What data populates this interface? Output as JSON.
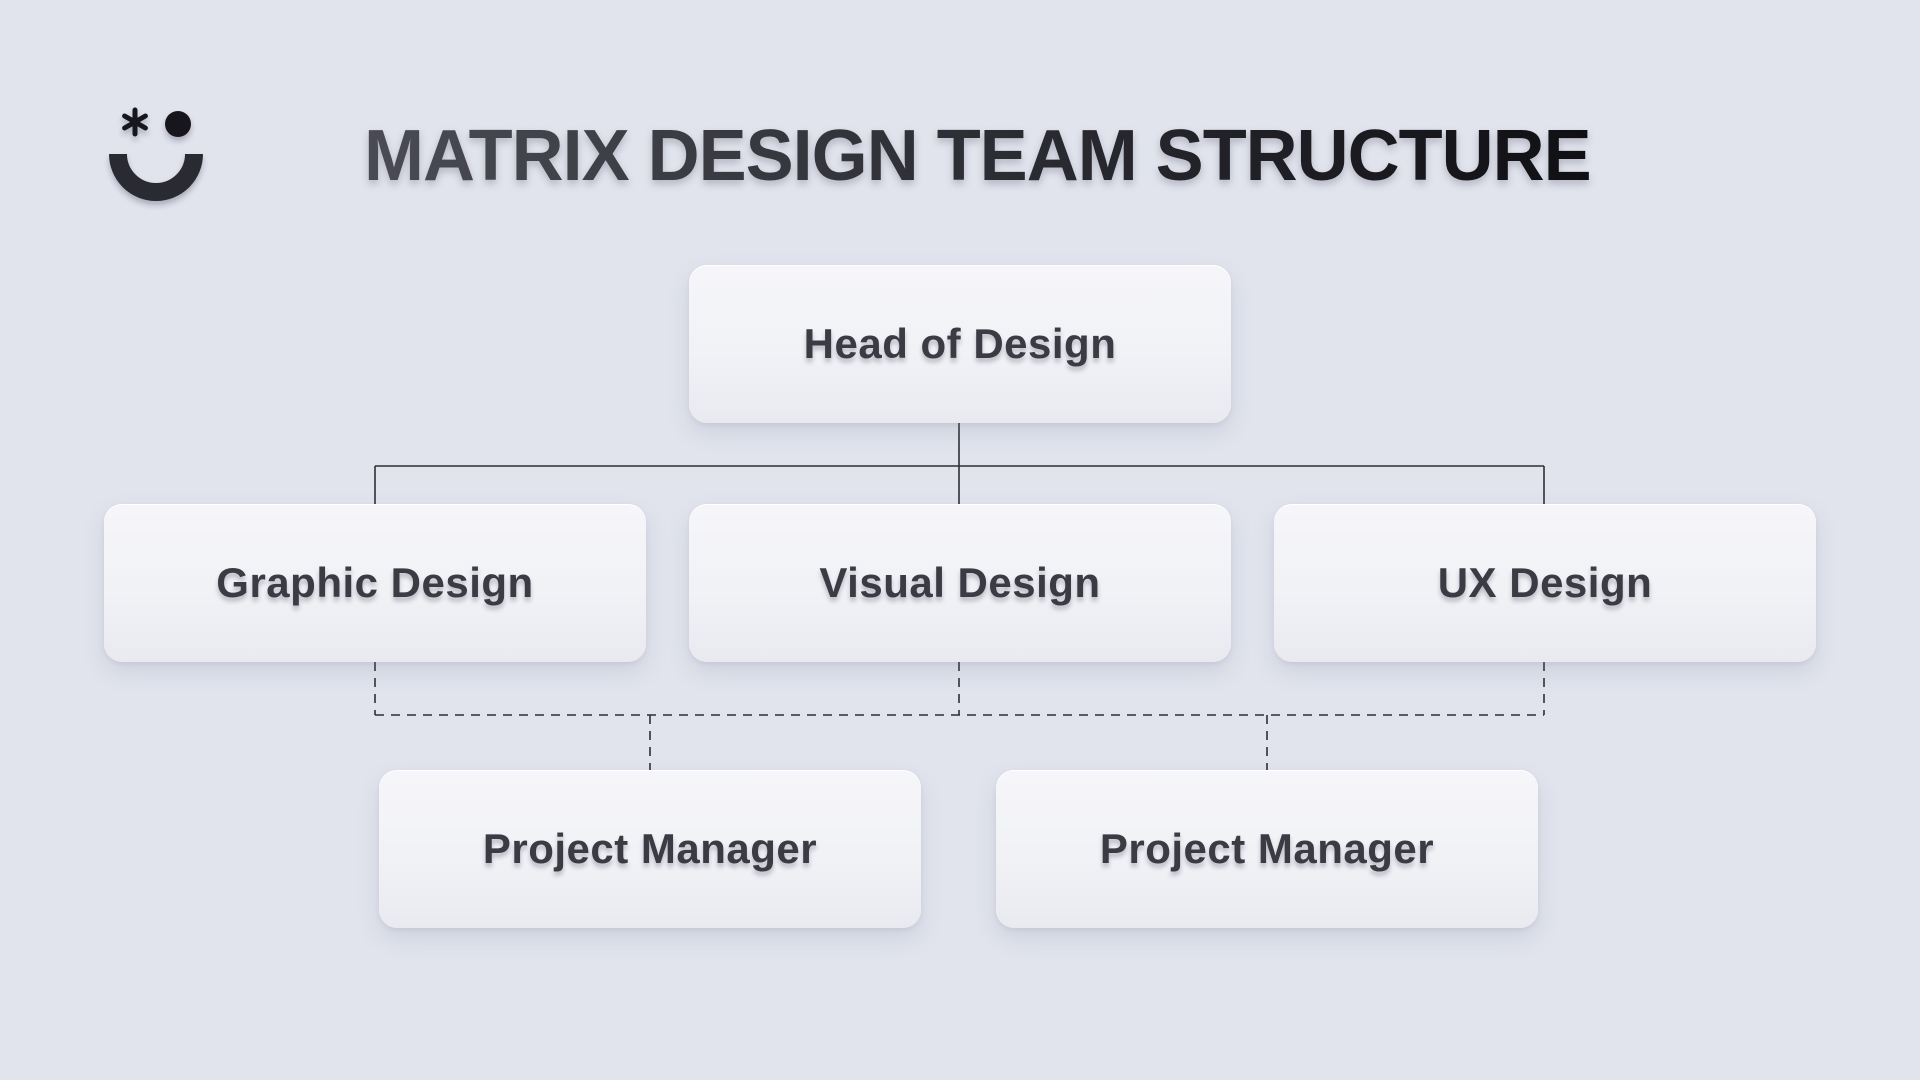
{
  "title": "MATRIX DESIGN TEAM STRUCTURE",
  "logo": {
    "icon": "smile-asterisk-logo",
    "color": "#2a2a30"
  },
  "nodes": {
    "head": "Head of Design",
    "graphic": "Graphic Design",
    "visual": "Visual Design",
    "ux": "UX Design",
    "pm_left": "Project Manager",
    "pm_right": "Project Manager"
  },
  "relations": [
    {
      "from": "head",
      "to": "graphic",
      "style": "solid"
    },
    {
      "from": "head",
      "to": "visual",
      "style": "solid"
    },
    {
      "from": "head",
      "to": "ux",
      "style": "solid"
    },
    {
      "from": "graphic",
      "to": "pm_left",
      "style": "dashed"
    },
    {
      "from": "visual",
      "to": "pm_left",
      "style": "dashed"
    },
    {
      "from": "visual",
      "to": "pm_right",
      "style": "dashed"
    },
    {
      "from": "ux",
      "to": "pm_right",
      "style": "dashed"
    }
  ],
  "colors": {
    "background": "#e1e4ed",
    "card": "#f3f4f8",
    "text": "#3b3b44",
    "connector": "#2f2f35"
  }
}
